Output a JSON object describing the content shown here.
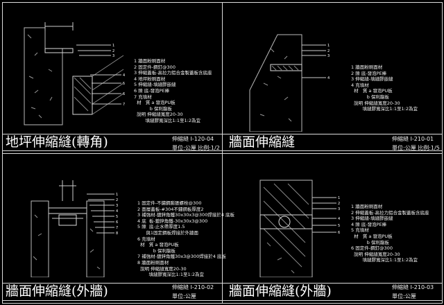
{
  "panels": [
    {
      "title": "地坪伸縮縫(轉角)",
      "code": "伸縮縫 I-120-04",
      "unit": "單位:公厘  比例:1/2",
      "notes": [
        "1 牆面粉刷面材",
        "2 固定件-鋼釘@300",
        "3 伸縮蓋板-高拉力鋁合金製蓋板含底座",
        "4 地坪粉刷面材",
        "5 伸縮縫-填縫膠嵌縫",
        "6 隙 底-發泡PE棒",
        "7 充填材",
        "  材   質 a 發泡PU板",
        "           b 保利龍板",
        "  說明 伸縮縫寬度20-30",
        "        填縫膠寬深比1:1至1:2為宜"
      ]
    },
    {
      "title": "牆面伸縮縫",
      "code": "伸縮縫 I-210-01",
      "unit": "單位:公厘  比例:1/5",
      "notes": [
        "1 牆面粉刷面材",
        "2 隙 底-發泡PE棒",
        "3 伸縮縫-填縫膠嵌縫",
        "4 充填材",
        "  材   質 a 發泡PU板",
        "           b 保利龍板",
        "  說明 伸縮縫寬度20-30",
        "        填縫膠寬深比1:1至1:2為宜"
      ]
    },
    {
      "title": "牆面伸縮縫(外牆)",
      "code": "伸縮縫 I-210-02",
      "unit": "單位:公厘",
      "notes": [
        "1 固定件-不鏽鋼膨脹螺栓@300",
        "2 面層蓋板-#304不鏽鋼板厚度2",
        "3 補強材-鍍鋅角鐵30x30x3@300焊接於4 底板",
        "4 底  板-鍍鋅角鐵-30x30x3@300",
        "5 隙  底-止水帶厚度1.5",
        "      與1固定鋼板焊接於外牆面",
        "6 充填材",
        "  材   質 a 發泡PU板",
        "           b 保利龍板",
        "7 補強材-鍍鋅角鐵30x3@300焊接於4 底板",
        "8 牆面粉刷面材",
        "  說明 伸縮縫寬度20-30",
        "        填縫膠寬深比1:1至1:2為宜"
      ]
    },
    {
      "title": "牆面伸縮縫(外牆)",
      "code": "伸縮縫 I-210-03",
      "unit": "單位:公厘",
      "notes": [
        "1 牆面粉刷面材",
        "2 伸縮蓋板-高拉力鋁合金製蓋板含底座",
        "3 伸縮縫-填縫膠嵌縫",
        "4 隙 底-發泡PE棒",
        "5 充填材",
        "  材   質 a 發泡PU板",
        "           b 保利龍板",
        "6 固定件-鋼釘@300",
        "  說明 伸縮縫寬度20-30",
        "        填縫膠寬深比1:1至1:2為宜"
      ]
    }
  ],
  "callouts": {
    "p1": [
      "1",
      "2",
      "3",
      "4",
      "5",
      "6",
      "7"
    ],
    "p2": [
      "1",
      "2",
      "3",
      "4"
    ],
    "p3": [
      "1",
      "2",
      "3",
      "4",
      "5",
      "6",
      "7",
      "8"
    ],
    "p4": [
      "1",
      "2",
      "3",
      "4",
      "5",
      "6"
    ]
  }
}
